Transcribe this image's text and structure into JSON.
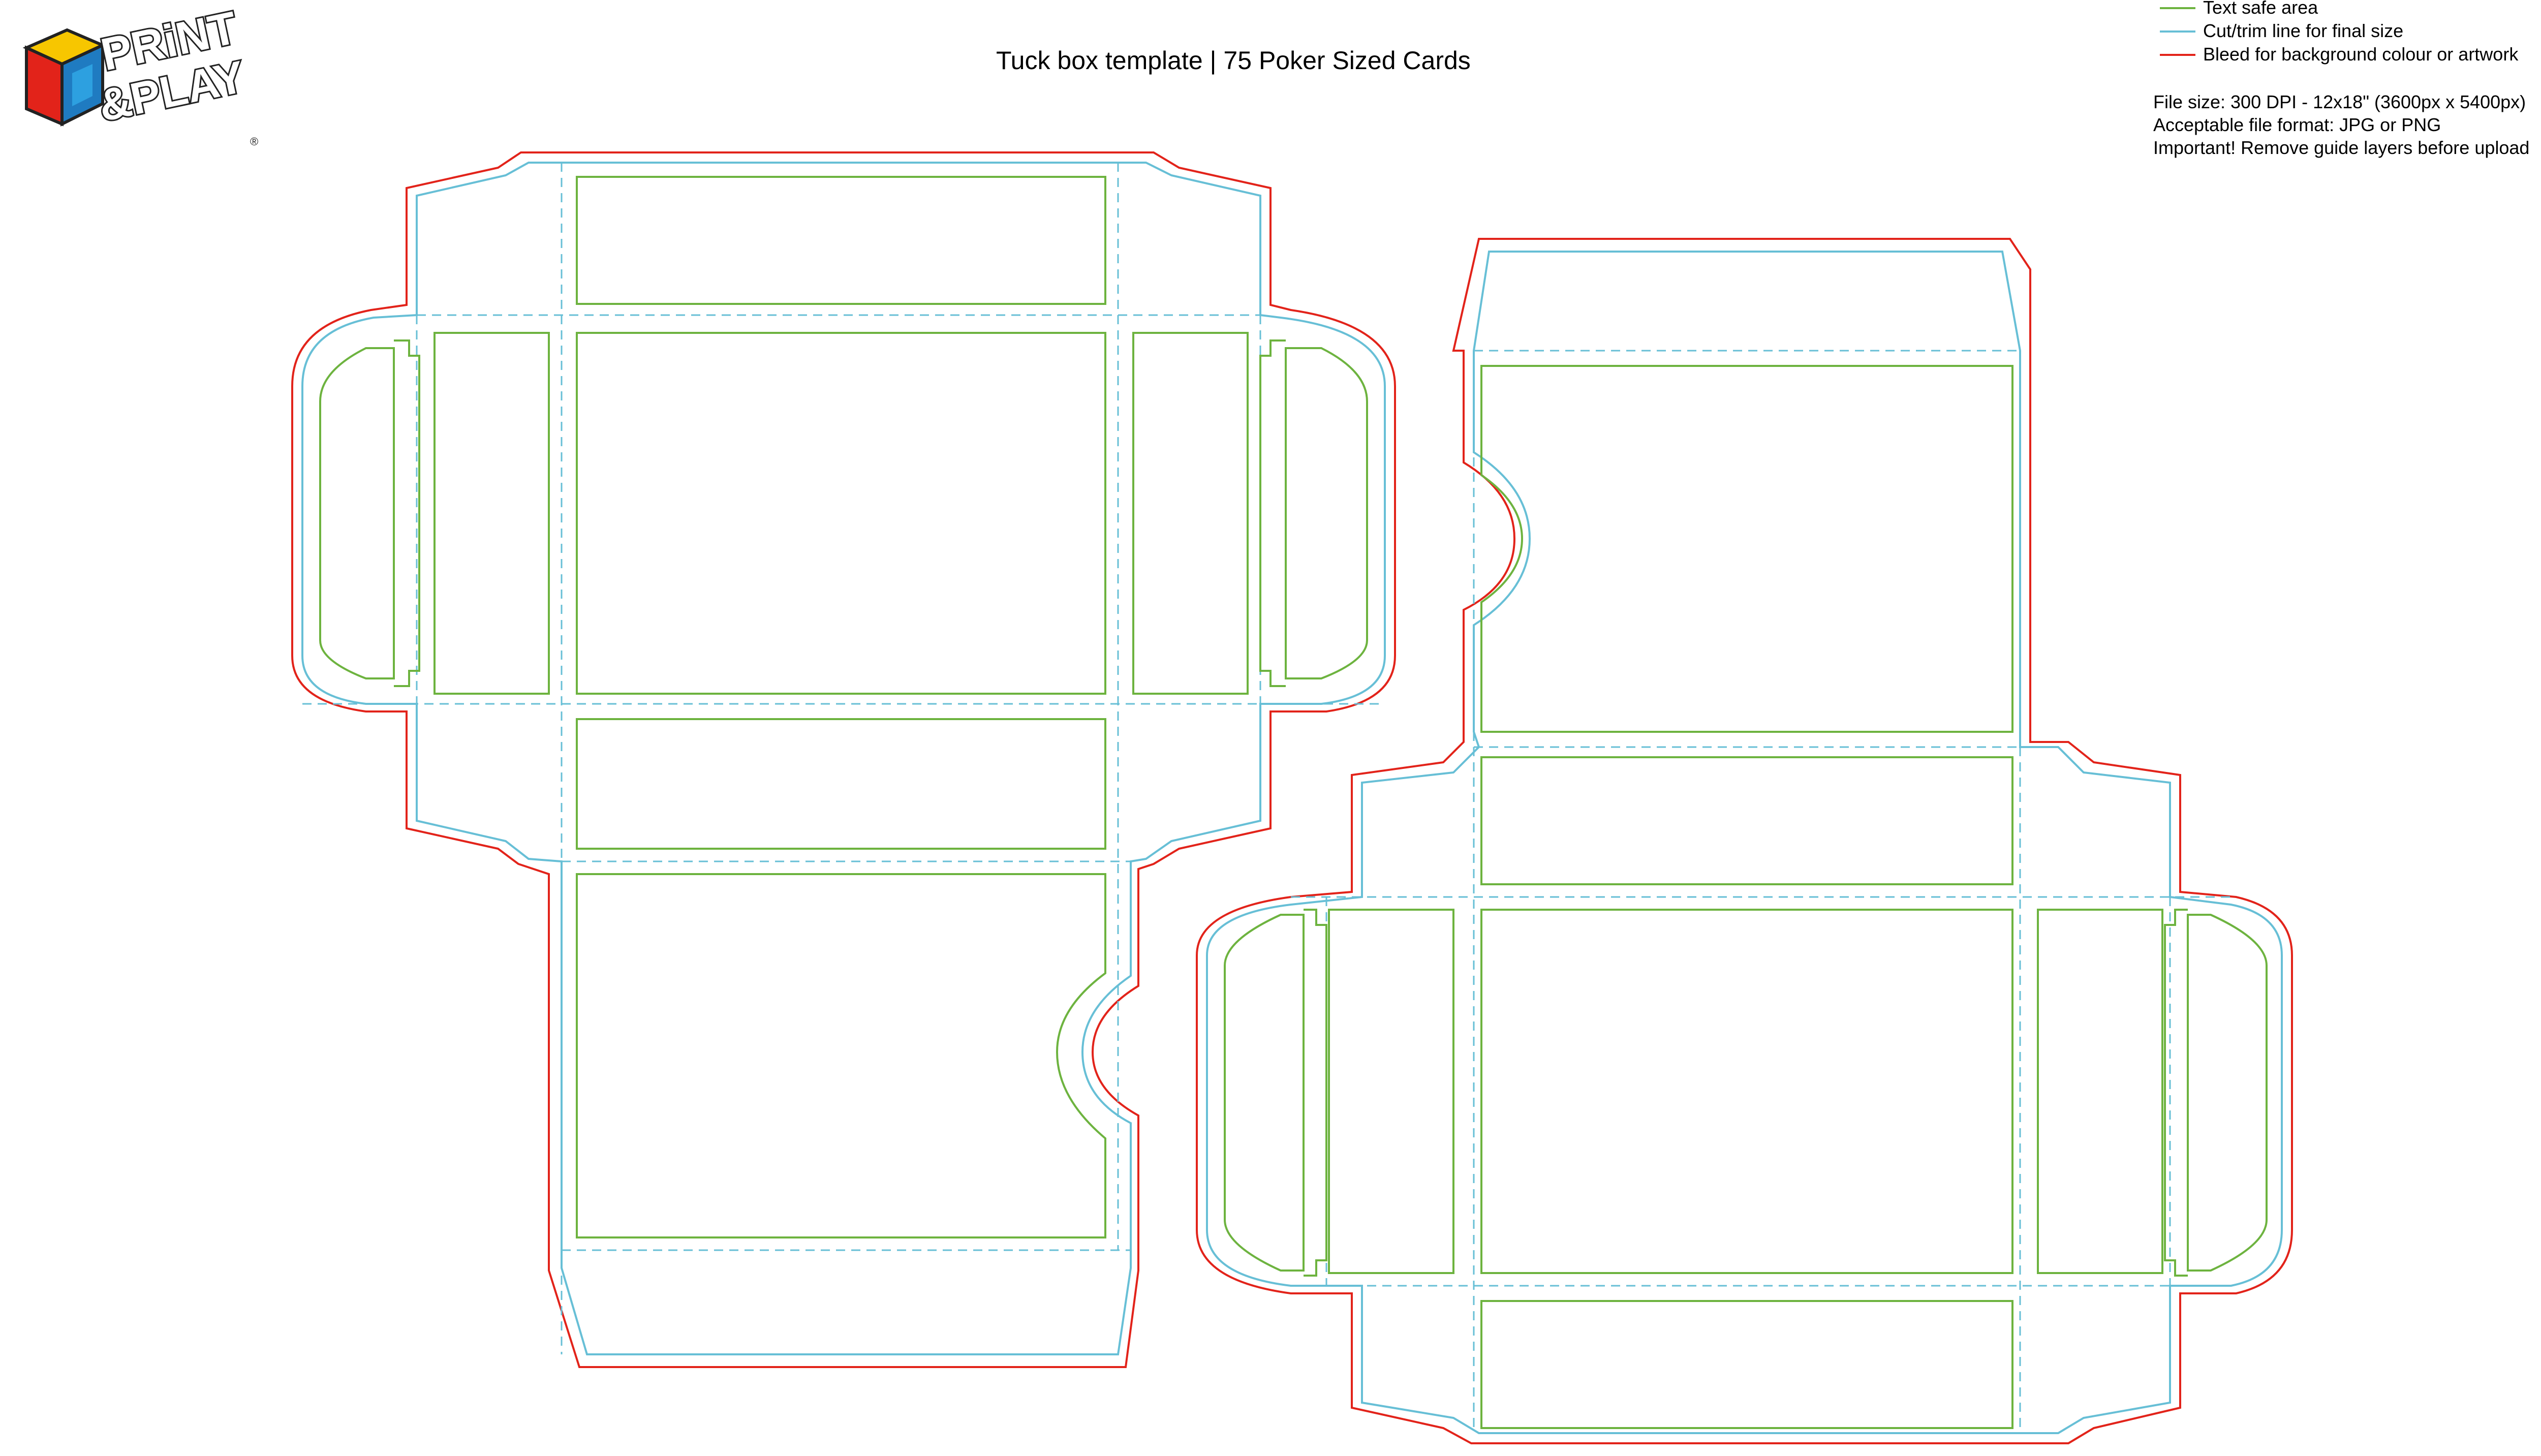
{
  "logo": {
    "line1": "PRiNT",
    "line2": "&PLAY",
    "mark": "®"
  },
  "title": "Tuck box template | 75 Poker Sized Cards",
  "legend": [
    {
      "color": "#6db33f",
      "label": "Text safe area"
    },
    {
      "color": "#67bfd6",
      "label": "Cut/trim line for final size"
    },
    {
      "color": "#e2231a",
      "label": "Bleed for background colour or artwork"
    }
  ],
  "notes": [
    "File size: 300 DPI - 12x18\" (3600px x 5400px)",
    "Acceptable file format: JPG or PNG",
    "Important!  Remove guide layers before upload"
  ],
  "colors": {
    "safe": "#6db33f",
    "cut": "#67bfd6",
    "bleed": "#e2231a"
  }
}
